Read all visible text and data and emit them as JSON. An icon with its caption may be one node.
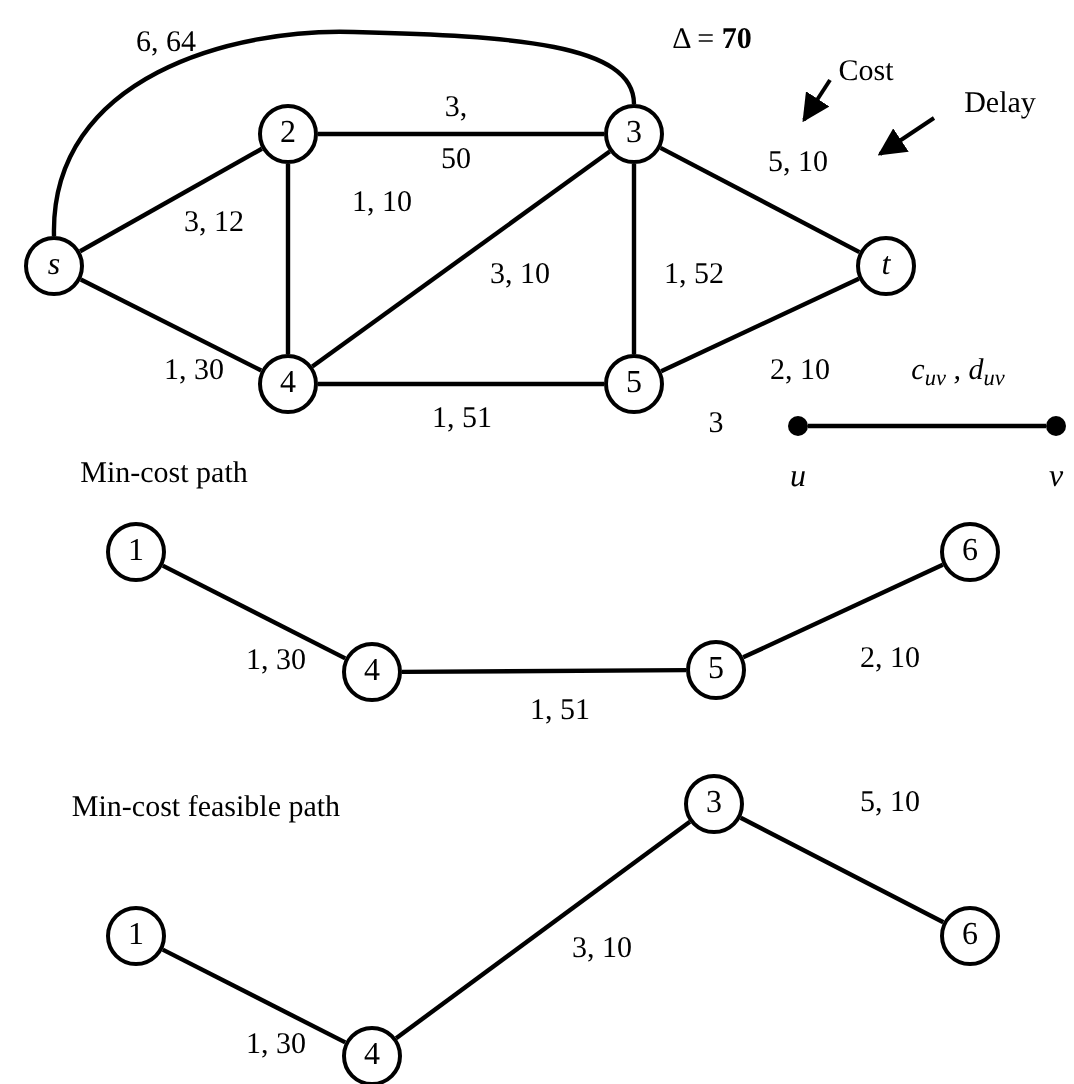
{
  "diagram": {
    "nodes": [
      {
        "text": [
          "s"
        ]
      },
      {
        "text": [
          "2"
        ]
      },
      {
        "text": [
          "3"
        ]
      },
      {
        "text": [
          "t"
        ]
      },
      {
        "text": [
          "4"
        ]
      },
      {
        "text": [
          "5"
        ]
      },
      {
        "text": [],
        "shape": "circle",
        "beside": [
          "u"
        ]
      },
      {
        "text": [],
        "shape": "circle",
        "beside": [
          "v"
        ]
      },
      {
        "text": [
          "1"
        ]
      },
      {
        "text": [
          "4"
        ]
      },
      {
        "text": [
          "5"
        ]
      },
      {
        "text": [
          "6"
        ]
      },
      {
        "text": [
          "3"
        ]
      },
      {
        "text": [
          "1"
        ]
      },
      {
        "text": [
          "4"
        ]
      },
      {
        "text": [
          "6"
        ]
      }
    ],
    "edges": [
      {
        "from": 0,
        "to": 2,
        "arrow": "none",
        "label": "6, 64"
      },
      {
        "from": 0,
        "to": 1,
        "arrow": "none",
        "label": "3, 12"
      },
      {
        "from": 0,
        "to": 4,
        "arrow": "none",
        "label": "1, 30"
      },
      {
        "from": 1,
        "to": 2,
        "arrow": "none",
        "label": "3, 50"
      },
      {
        "from": 1,
        "to": 4,
        "arrow": "none",
        "label": "1, 10"
      },
      {
        "from": 4,
        "to": 2,
        "arrow": "none",
        "label": "3, 10"
      },
      {
        "from": 2,
        "to": 5,
        "arrow": "none",
        "label": "1, 52"
      },
      {
        "from": 2,
        "to": 3,
        "arrow": "none",
        "label": "5, 10"
      },
      {
        "from": 4,
        "to": 5,
        "arrow": "none",
        "label": "1, 51"
      },
      {
        "from": 5,
        "to": 3,
        "arrow": "none",
        "label": "2, 10"
      },
      {
        "from": 6,
        "to": 7,
        "arrow": "none",
        "label": "c$_{uv}$ , d$_{uv}$"
      },
      {
        "from": 8,
        "to": 9,
        "arrow": "none",
        "label": "1, 30"
      },
      {
        "from": 9,
        "to": 10,
        "arrow": "none",
        "label": "1, 51"
      },
      {
        "from": 10,
        "to": 11,
        "arrow": "none",
        "label": "2, 10"
      },
      {
        "from": 13,
        "to": 14,
        "arrow": "none",
        "label": "1, 30"
      },
      {
        "from": 14,
        "to": 12,
        "arrow": "none",
        "label": "3, 10"
      },
      {
        "from": 12,
        "to": 15,
        "arrow": "none",
        "label": "5, 10"
      }
    ],
    "labels": [
      "Δ = **70**",
      "Cost",
      "Delay",
      "3",
      "Min-cost path",
      "Min-cost feasible path"
    ]
  }
}
